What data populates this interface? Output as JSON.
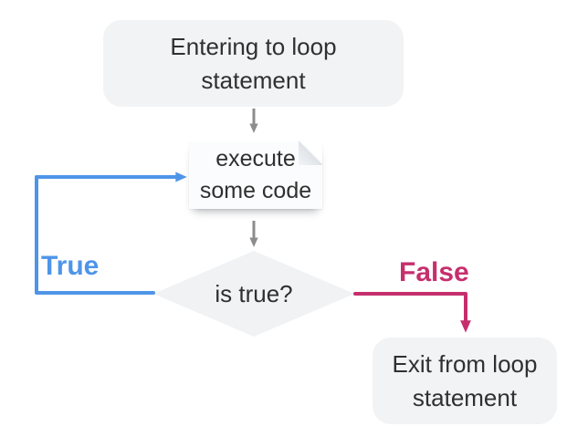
{
  "diagram": {
    "type": "flowchart",
    "nodes": {
      "start": {
        "text": "Entering to loop\nstatement",
        "shape": "rounded-rectangle"
      },
      "process": {
        "text": "execute\nsome code",
        "shape": "sticky-note"
      },
      "decision": {
        "text": "is true?",
        "shape": "diamond"
      },
      "exit": {
        "text": "Exit from loop\nstatement",
        "shape": "rounded-rectangle"
      }
    },
    "edges": {
      "true": {
        "label": "True",
        "color": "#4e95e8"
      },
      "false": {
        "label": "False",
        "color": "#c62f6d"
      }
    },
    "colors": {
      "connector_gray": "#8c8c8c",
      "node_fill": "#f2f3f5",
      "diamond_fill": "#f0f2f4",
      "sticky_fill": "#fbfcfd",
      "text": "#303030",
      "background": "#ffffff"
    }
  }
}
